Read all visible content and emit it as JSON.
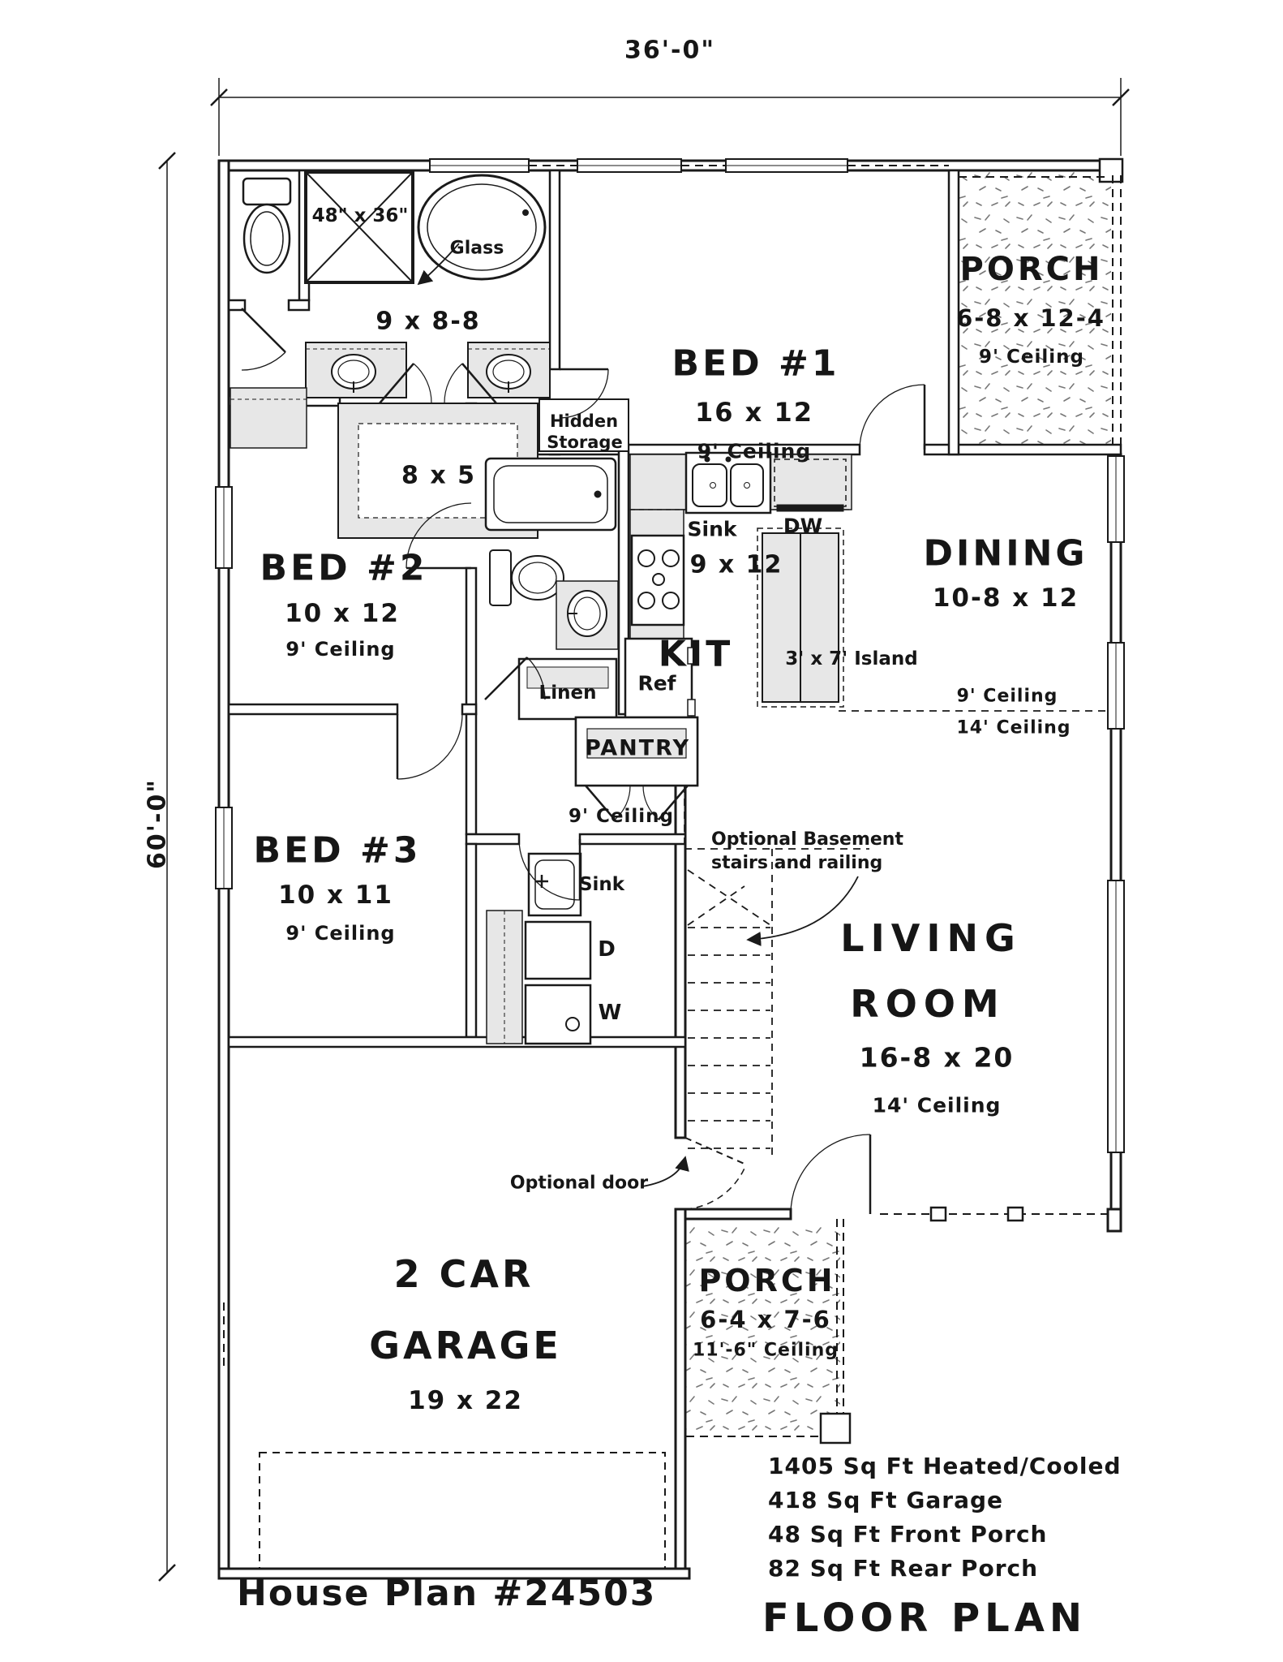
{
  "drawing": {
    "title": "FLOOR PLAN",
    "plan_title": "House Plan #24503",
    "dim_width": "36'-0\"",
    "dim_depth": "60'-0\""
  },
  "colors": {
    "line": "#1a1a1a",
    "cabinet_gray": "#e7e7e7",
    "paper": "#ffffff"
  },
  "rooms": {
    "bed1": {
      "name": "BED #1",
      "size": "16 x 12",
      "ceiling": "9' Ceiling"
    },
    "front_porch": {
      "name": "PORCH",
      "size": "6-8 x 12-4",
      "ceiling": "9' Ceiling"
    },
    "master_bath": {
      "size": "9 x 8-8",
      "shower_size": "48\" x 36\"",
      "glass_note": "Glass",
      "closet_size": "8 x 5"
    },
    "bed2": {
      "name": "BED #2",
      "size": "10 x 12",
      "ceiling": "9' Ceiling"
    },
    "bed3": {
      "name": "BED #3",
      "size": "10 x 11",
      "ceiling": "9' Ceiling"
    },
    "kitchen": {
      "name": "KIT",
      "size": "9 x 12"
    },
    "dining": {
      "name": "DINING",
      "size": "10-8 x 12"
    },
    "hall": {
      "ceiling": "9' Ceiling"
    },
    "ceiling_break": {
      "low": "9' Ceiling",
      "high": "14' Ceiling"
    },
    "living": {
      "name_line1": "LIVING",
      "name_line2": "ROOM",
      "size": "16-8 x 20",
      "ceiling": "14' Ceiling"
    },
    "garage": {
      "name_line1": "2 CAR",
      "name_line2": "GARAGE",
      "size": "19 x 22"
    },
    "rear_porch": {
      "name": "PORCH",
      "size": "6-4 x 7-6",
      "ceiling": "11'-6\" Ceiling"
    }
  },
  "fixtures": {
    "kitchen_sink": "Sink",
    "dishwasher": "DW",
    "refrigerator": "Ref",
    "island": "3' x 7' Island",
    "pantry": "PANTRY",
    "linen": "Linen",
    "hidden_storage_line1": "Hidden",
    "hidden_storage_line2": "Storage",
    "laundry_sink": "Sink",
    "dryer": "D",
    "washer": "W"
  },
  "annotations": {
    "basement_line1": "Optional Basement",
    "basement_line2": "stairs and railing",
    "optional_door": "Optional door"
  },
  "footer": {
    "stats": [
      "1405 Sq Ft Heated/Cooled",
      "418 Sq Ft Garage",
      "48 Sq Ft Front Porch",
      "82 Sq Ft Rear Porch"
    ]
  }
}
